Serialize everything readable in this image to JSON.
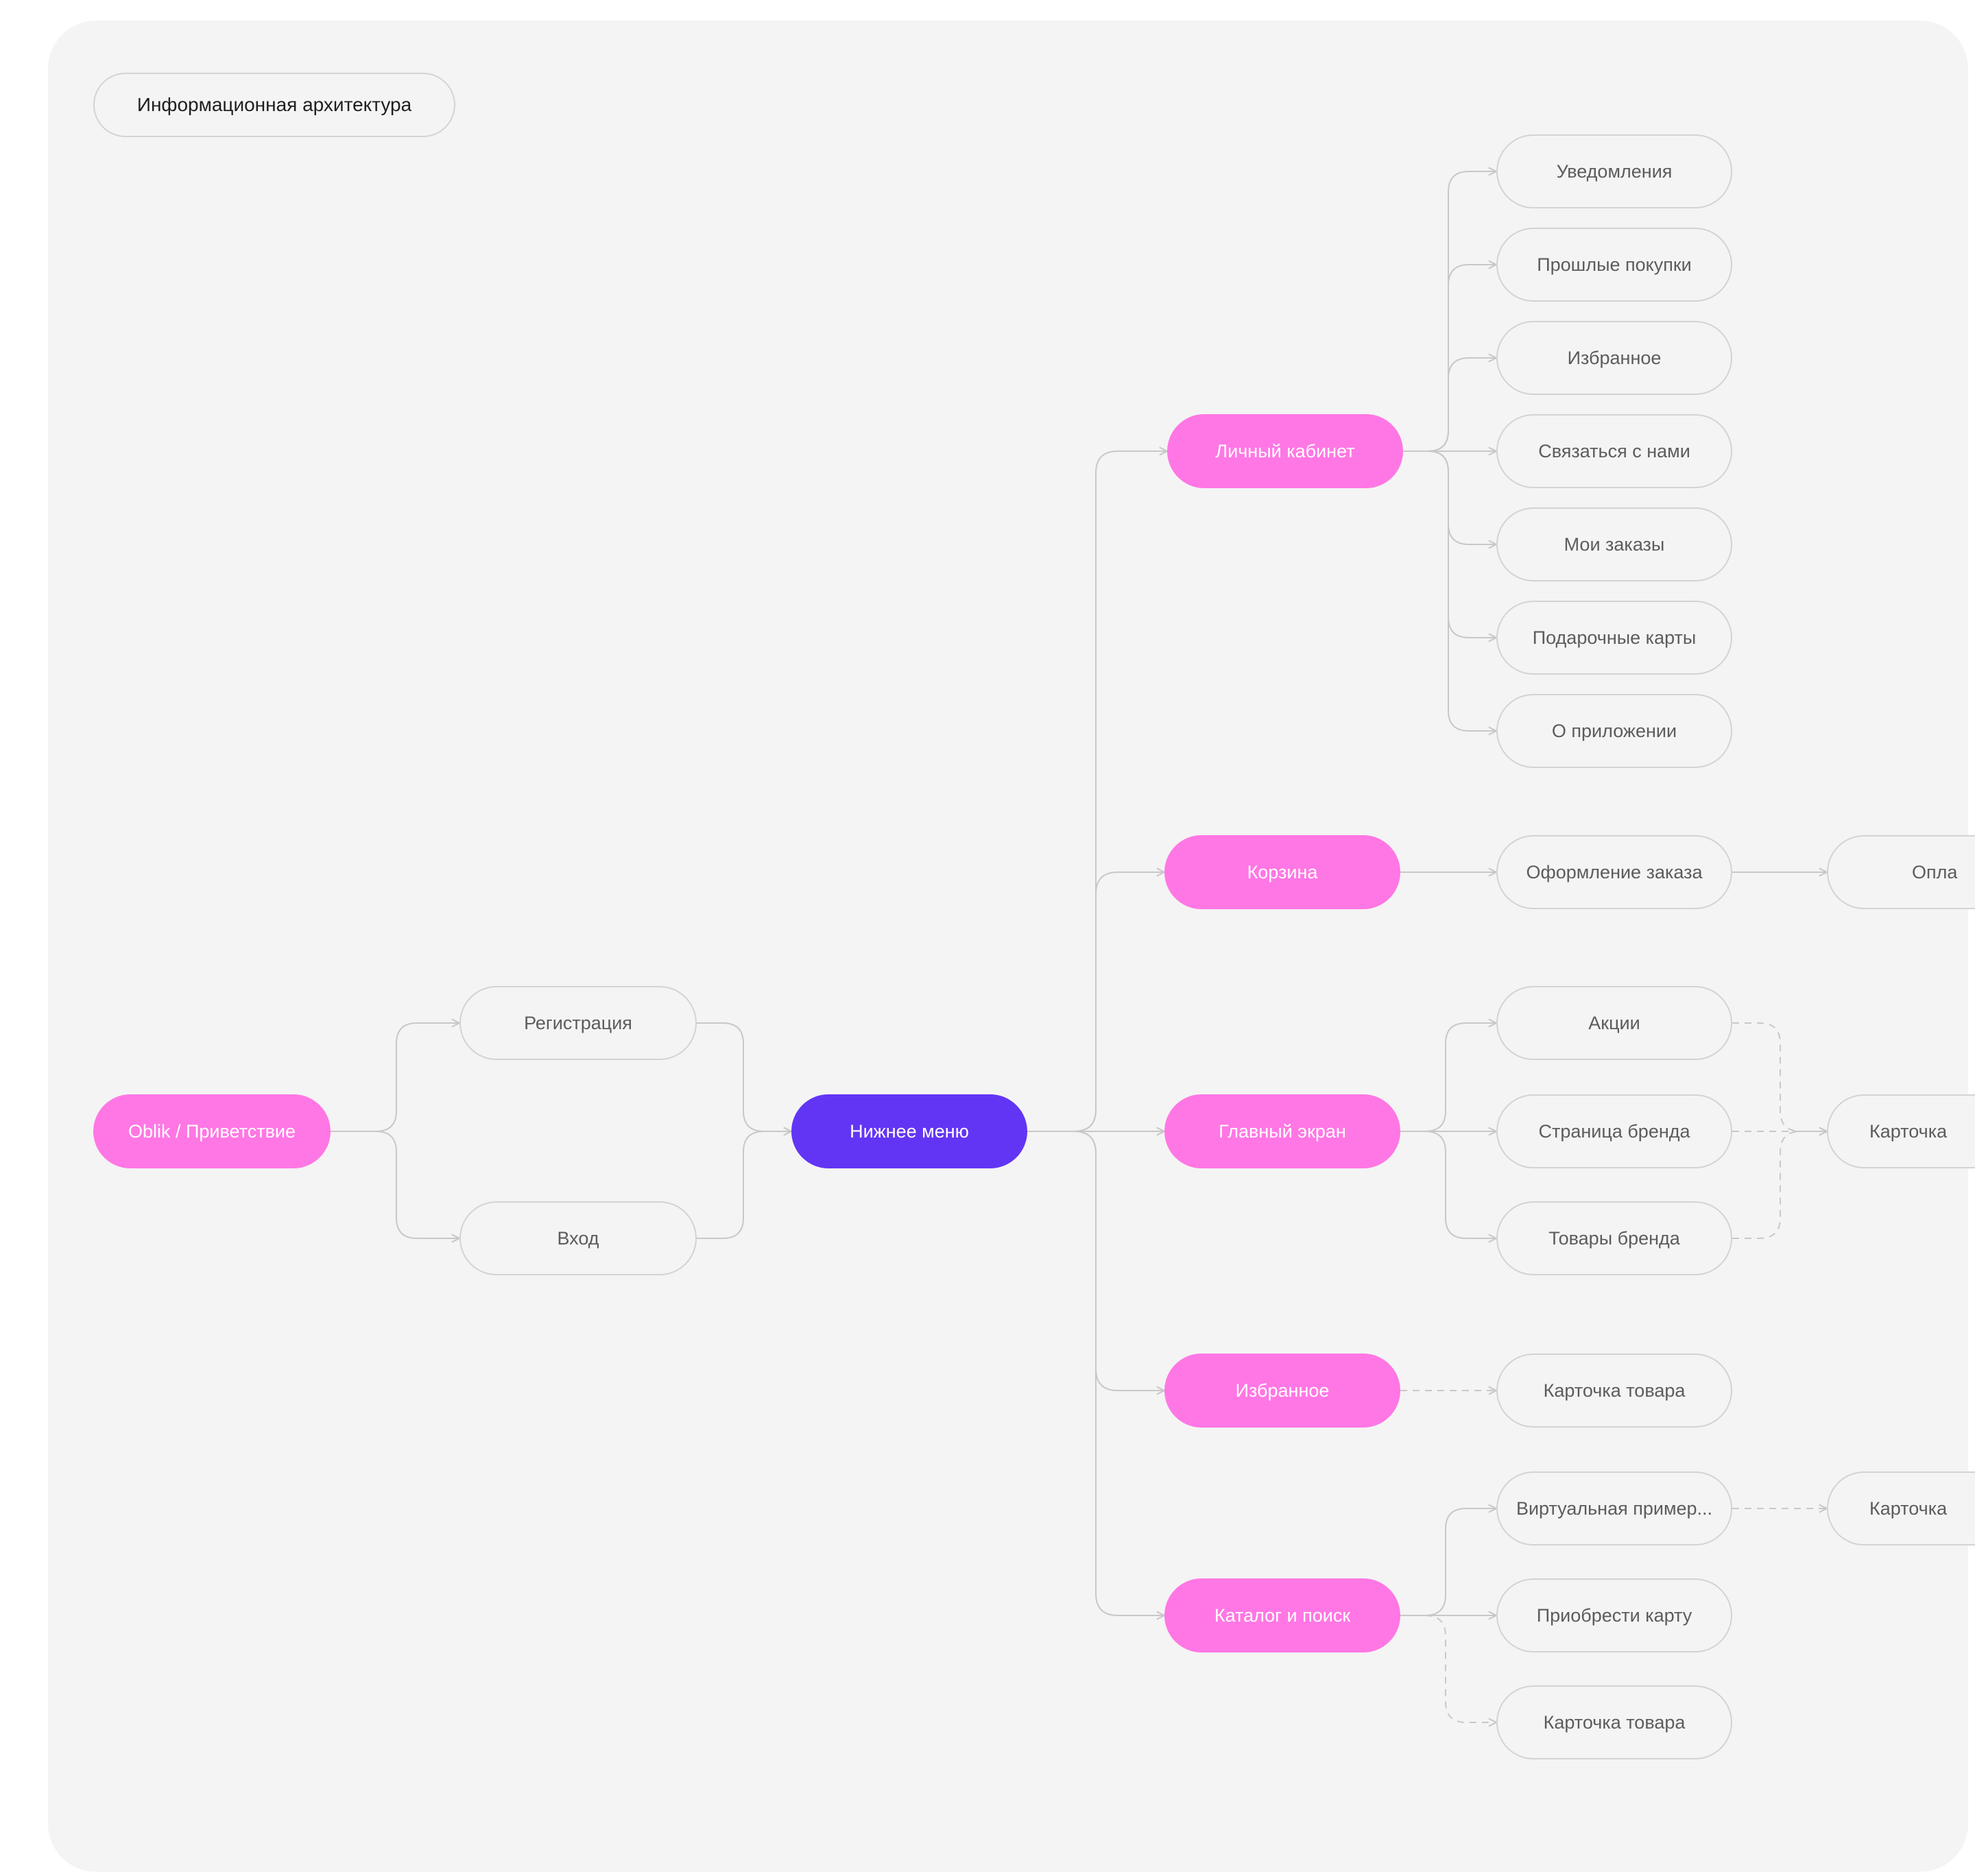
{
  "title": "Информационная архитектура",
  "colors": {
    "canvas": "#f4f4f4",
    "primary_node": "#ff77e4",
    "menu_node": "#6235f4",
    "outline": "#d3d3d3",
    "connector": "#c8c8c8",
    "text_muted": "#5c5c5c"
  },
  "nodes": {
    "welcome": "Oblik / Приветствие",
    "registration": "Регистрация",
    "login": "Вход",
    "bottom_menu": "Нижнее меню",
    "account": "Личный кабинет",
    "cart": "Корзина",
    "home": "Главный экран",
    "favorites": "Избранное",
    "catalog": "Каталог и поиск",
    "notifications": "Уведомления",
    "past_purchases": "Прошлые покупки",
    "account_favorites": "Избранное",
    "contact_us": "Связаться с нами",
    "my_orders": "Мои заказы",
    "gift_cards": "Подарочные карты",
    "about_app": "О приложении",
    "checkout": "Оформление заказа",
    "payment": "Опла",
    "promotions": "Акции",
    "brand_page": "Страница бренда",
    "brand_products": "Товары бренда",
    "home_product_card": "Карточка",
    "favorites_product_card": "Карточка товара",
    "virtual_fitting": "Виртуальная пример...",
    "buy_card": "Приобрести карту",
    "catalog_product_card": "Карточка товара",
    "fitting_product_card": "Карточка"
  }
}
